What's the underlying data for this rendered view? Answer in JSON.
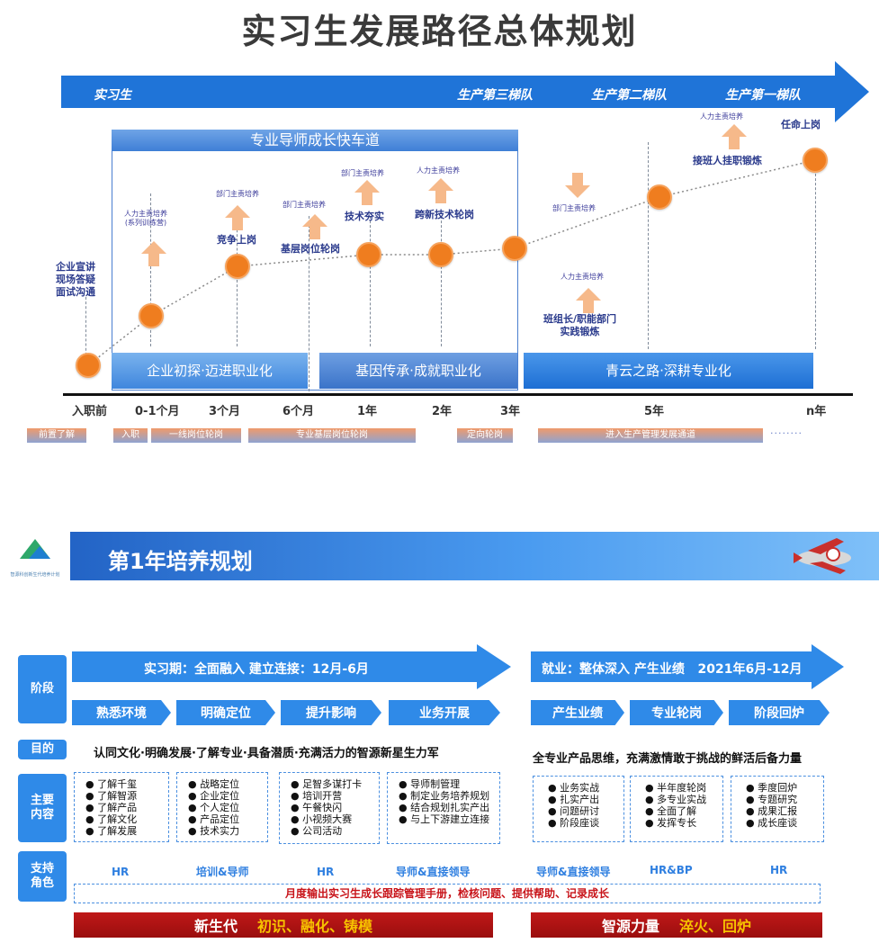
{
  "top": {
    "title": "实习生发展路径总体规划",
    "levels": [
      "实习生",
      "生产第三梯队",
      "生产第二梯队",
      "生产第一梯队"
    ],
    "band_title": "专业导师成长快车道",
    "nodes": [
      {
        "text": "企业宣讲\n现场答疑\n面试沟通"
      },
      {
        "tag": "人力主责培养\n(系列训练营)"
      },
      {
        "tag": "部门主责培养",
        "label": "竞争上岗"
      },
      {
        "tag": "部门主责培养",
        "label": "基层岗位轮岗"
      },
      {
        "tag": "部门主责培养",
        "label": "技术夯实"
      },
      {
        "tag": "人力主责培养",
        "label": "跨新技术轮岗"
      },
      {
        "tag": "部门主责培养"
      },
      {
        "tag": "人力主责培养",
        "label": "班组长/职能部门\n实践锻炼"
      },
      {
        "tag": "人力主责培养",
        "label": "接班人挂职锻炼"
      },
      {
        "label": "任命上岗"
      }
    ],
    "phases": [
      "企业初探·迈进职业化",
      "基因传承·成就职业化",
      "青云之路·深耕专业化"
    ],
    "ticks": [
      "入职前",
      "0-1个月",
      "3个月",
      "6个月",
      "1年",
      "2年",
      "3年",
      "5年",
      "n年"
    ],
    "rotations": [
      "前置了解",
      "入职",
      "一线岗位轮岗",
      "专业基层岗位轮岗",
      "定向轮岗",
      "进入生产管理发展通道",
      "........"
    ],
    "colors": {
      "arrow": "#1f74d8",
      "dot": "#ef7d1f",
      "up_arrow": "#f6b98a"
    }
  },
  "bottom": {
    "banner_title": "第1年培养规划",
    "logo_caption": "智源科创新生代培养计划",
    "rows": {
      "stage": "阶段",
      "goal": "目的",
      "content": "主要\n内容",
      "support": "支持\n角色"
    },
    "stage_left": "实习期：全面融入 建立连接：12月-6月",
    "stage_right": "就业：整体深入 产生业绩   2021年6月-12月",
    "sub_stages": [
      "熟悉环境",
      "明确定位",
      "提升影响",
      "业务开展",
      "产生业绩",
      "专业轮岗",
      "阶段回炉"
    ],
    "goal_left": "认同文化·明确发展·了解专业·具备潜质·充满活力的智源新星生力军",
    "goal_right": "全专业产品思维，充满激情敢于挑战的鲜活后备力量",
    "content_boxes": [
      [
        "了解千玺",
        "了解智源",
        "了解产品",
        "了解文化",
        "了解发展"
      ],
      [
        "战略定位",
        "企业定位",
        "个人定位",
        "产品定位",
        "技术实力"
      ],
      [
        "足智多谋打卡",
        "培训开营",
        "午餐快闪",
        "小视频大赛",
        "公司活动"
      ],
      [
        "导师制管理",
        "制定业务培养规划",
        "结合规划扎实产出",
        "与上下游建立连接"
      ],
      [
        "业务实战",
        "扎实产出",
        "问题研讨",
        "阶段座谈"
      ],
      [
        "半年度轮岗",
        "多专业实战",
        "全面了解",
        "发挥专长"
      ],
      [
        "季度回炉",
        "专题研究",
        "成果汇报",
        "成长座谈"
      ]
    ],
    "roles": [
      "HR",
      "培训&导师",
      "HR",
      "导师&直接领导",
      "导师&直接领导",
      "HR&BP",
      "HR"
    ],
    "support_note": "月度输出实习生成长跟踪管理手册，检核问题、提供帮助、记录成长",
    "footer_left": {
      "a": "新生代",
      "b": "初识、融化、铸模"
    },
    "footer_right": {
      "a": "智源力量",
      "b": "淬火、回炉"
    }
  }
}
